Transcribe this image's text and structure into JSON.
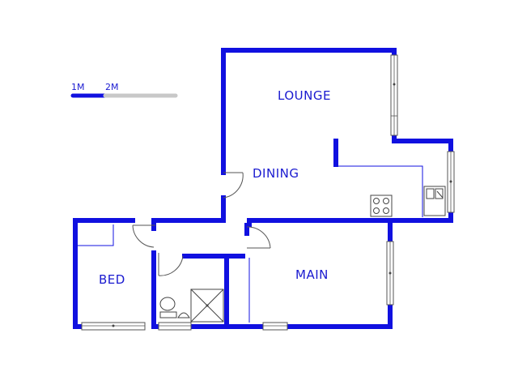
{
  "plan": {
    "rooms": {
      "lounge": "LOUNGE",
      "dining": "DINING",
      "bed": "BED",
      "main": "MAIN"
    },
    "scale": {
      "label_1": "1M",
      "label_2": "2M"
    },
    "colors": {
      "wall": "#1010e0",
      "text": "#1a1ad0",
      "scale_grey": "#c8c8c8"
    }
  }
}
